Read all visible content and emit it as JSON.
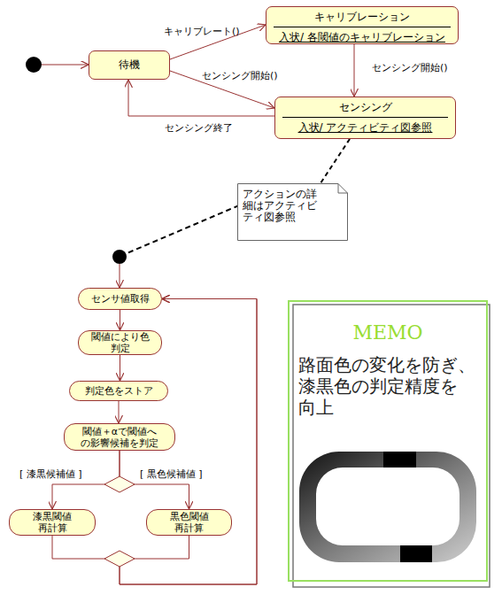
{
  "diagram": {
    "nodes": [
      {
        "text": [
          "待機"
        ]
      },
      {
        "text": [
          "キャリブレーション",
          "入状/ 各閾値のキャリブレーション"
        ]
      },
      {
        "text": [
          "センシング",
          "入状/ アクティビティ図参照"
        ]
      },
      {
        "text": [
          "アクションの詳細はアクティビティ図参照"
        ]
      },
      {
        "text": [
          "センサ値取得"
        ]
      },
      {
        "text": [
          "閾値により色 判定"
        ]
      },
      {
        "text": [
          "判定色をストア"
        ]
      },
      {
        "text": [
          "閾値＋αで閾値へ の影響候補を判定"
        ]
      },
      {
        "text": [
          "漆黒閾値 再計算"
        ]
      },
      {
        "text": [
          "黒色閾値 再計算"
        ]
      },
      {
        "text": [
          "MEMO",
          "路面色の変化を防ぎ、 漆黒色の判定精度を 向上"
        ]
      }
    ],
    "edges": [
      {
        "from": 0,
        "to": 1,
        "label": "キャリブレート()",
        "arrow": "to"
      },
      {
        "from": 0,
        "to": 2,
        "label": "センシング開始()",
        "arrow": "to"
      },
      {
        "from": 1,
        "to": 2,
        "label": "センシング開始()",
        "arrow": "to"
      },
      {
        "from": 2,
        "to": 0,
        "label": "センシング終了",
        "arrow": "to"
      },
      {
        "from": 2,
        "to": 3,
        "arrow": "none"
      },
      {
        "from": 4,
        "to": 5,
        "arrow": "to"
      },
      {
        "from": 5,
        "to": 6,
        "arrow": "to"
      },
      {
        "from": 6,
        "to": 7,
        "arrow": "to"
      },
      {
        "from": 7,
        "to": 8,
        "label": "[ 漆黒候補値 ]",
        "arrow": "to"
      },
      {
        "from": 7,
        "to": 9,
        "label": "[ 黒色候補値 ]",
        "arrow": "to"
      },
      {
        "from": 8,
        "to": 4,
        "arrow": "to"
      },
      {
        "from": 9,
        "to": 4,
        "arrow": "to"
      }
    ]
  }
}
